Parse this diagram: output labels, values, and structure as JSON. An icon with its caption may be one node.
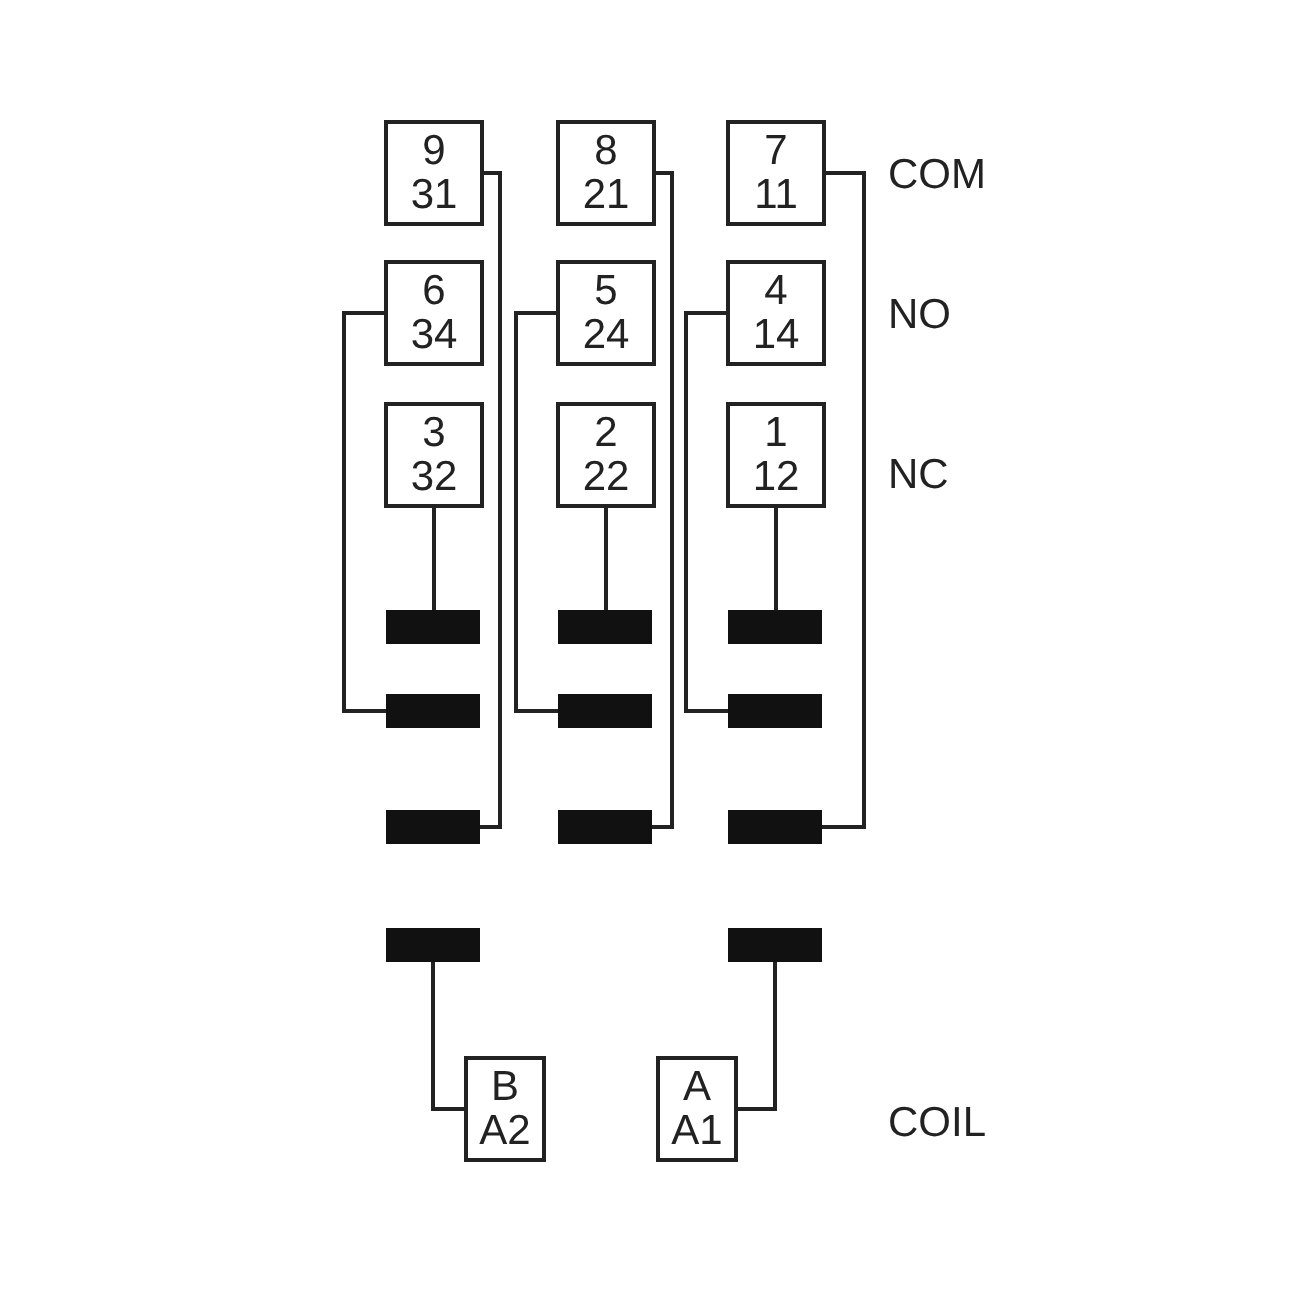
{
  "diagram": {
    "nodes": [
      {
        "text": [
          "9",
          "31"
        ]
      },
      {
        "text": [
          "8",
          "21"
        ]
      },
      {
        "text": [
          "7",
          "11"
        ]
      },
      {
        "text": [
          "6",
          "34"
        ]
      },
      {
        "text": [
          "5",
          "24"
        ]
      },
      {
        "text": [
          "4",
          "14"
        ]
      },
      {
        "text": [
          "3",
          "32"
        ]
      },
      {
        "text": [
          "2",
          "22"
        ]
      },
      {
        "text": [
          "1",
          "12"
        ]
      },
      {
        "text": [],
        "shape": "bar"
      },
      {
        "text": [],
        "shape": "bar"
      },
      {
        "text": [],
        "shape": "bar"
      },
      {
        "text": [],
        "shape": "bar"
      },
      {
        "text": [],
        "shape": "bar"
      },
      {
        "text": [],
        "shape": "bar"
      },
      {
        "text": [],
        "shape": "bar"
      },
      {
        "text": [],
        "shape": "bar"
      },
      {
        "text": [],
        "shape": "bar"
      },
      {
        "text": [],
        "shape": "bar"
      },
      {
        "text": [],
        "shape": "bar"
      },
      {
        "text": [
          "B",
          "A2"
        ]
      },
      {
        "text": [
          "A",
          "A1"
        ]
      }
    ],
    "edges": [
      {
        "from": 6,
        "to": 9,
        "arrow": "none"
      },
      {
        "from": 7,
        "to": 10,
        "arrow": "none"
      },
      {
        "from": 8,
        "to": 11,
        "arrow": "none"
      },
      {
        "from": 3,
        "to": 12,
        "arrow": "none"
      },
      {
        "from": 4,
        "to": 13,
        "arrow": "none"
      },
      {
        "from": 5,
        "to": 14,
        "arrow": "none"
      },
      {
        "from": 0,
        "to": 15,
        "arrow": "none"
      },
      {
        "from": 1,
        "to": 16,
        "arrow": "none"
      },
      {
        "from": 2,
        "to": 17,
        "arrow": "none"
      },
      {
        "from": 18,
        "to": 20,
        "arrow": "none"
      },
      {
        "from": 19,
        "to": 21,
        "arrow": "none"
      }
    ],
    "labels": [
      "COM",
      "NO",
      "NC",
      "COIL"
    ]
  }
}
